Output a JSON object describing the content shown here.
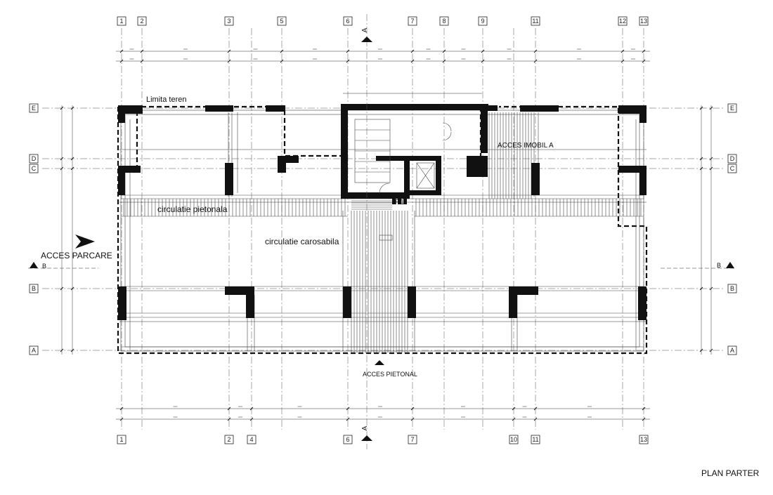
{
  "grid_columns_top": [
    "1",
    "2",
    "3",
    "5",
    "6",
    "7",
    "8",
    "9",
    "11",
    "12",
    "13"
  ],
  "grid_columns_bottom": [
    "1",
    "2",
    "4",
    "6",
    "7",
    "10",
    "11",
    "13"
  ],
  "grid_rows": [
    "E",
    "D",
    "C",
    "B",
    "A"
  ],
  "labels": {
    "limita_teren": "Limita teren",
    "acces_imobil": "ACCES IMOBIL A",
    "circulatie_pietonala": "circulatie pietonala",
    "circulatie_carosabila": "circulatie carosabila",
    "acces_parcare": "ACCES PARCARE",
    "acces_pietonal": "ACCES PIETONAL",
    "plan_title": "PLAN PARTER",
    "section_a": "A",
    "section_b": "B",
    "r1": "R1"
  }
}
